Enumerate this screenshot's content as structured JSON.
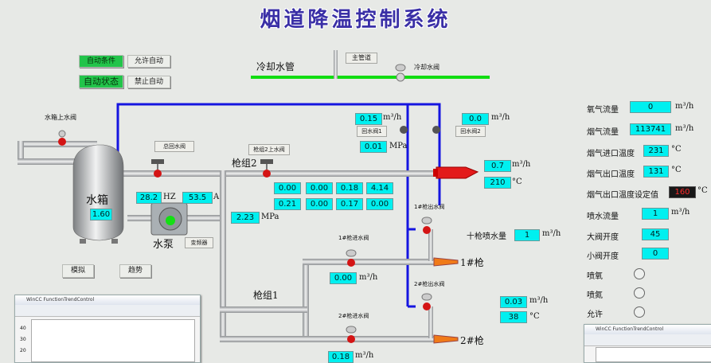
{
  "title": "烟道降温控制系统",
  "controls": {
    "auto_condition": "自动条件",
    "allow_auto": "允许自动",
    "auto_state": "自动状态",
    "disable_auto": "禁止自动",
    "simulate": "模拟",
    "trend": "趋势"
  },
  "pipes": {
    "cooling_pipe": "冷却水管",
    "main_pipe_tag": "主管道",
    "cooling_valve": "冷却水阀",
    "tank_inlet_valve": "水箱上水阀",
    "return_valve_top": "总回水阀",
    "gun_group2_inlet_valve": "枪组2上水阀",
    "gun_group2": "枪组2",
    "gun_group1": "枪组1",
    "return_valve1": "回水阀1",
    "return_valve2": "回水阀2",
    "gun1_outlet_valve": "1#枪出水阀",
    "gun2_outlet_valve": "2#枪出水阀",
    "gun1_inlet_valve": "1#枪进水阀",
    "gun2_inlet_valve": "2#枪进水阀",
    "gun1": "1#枪",
    "gun2": "2#枪",
    "water_tank": "水箱",
    "water_pump": "水泵",
    "inverter": "变频器",
    "ten_gun_water": "十枪喷水量"
  },
  "values": {
    "tank_level": "1.60",
    "hz": "28.2",
    "hz_unit": "HZ",
    "amps": "53.5",
    "amps_unit": "A",
    "pump_pressure": "2.23",
    "mpa": "MPa",
    "return1_flow": "0.15",
    "return2_flow": "0.0",
    "return_pressure": "0.01",
    "flow_unit": "m³/h",
    "out_flow": "0.7",
    "out_temp": "210",
    "deg": "°C",
    "grid_row1": [
      "0.00",
      "0.00",
      "0.18",
      "4.14"
    ],
    "grid_row2": [
      "0.21",
      "0.00",
      "0.17",
      "0.00"
    ],
    "ten_gun_flow": "1",
    "gun1_flow": "0.00",
    "gun2_flow": "0.18",
    "gun2_out_flow": "0.03",
    "gun2_out_temp": "38"
  },
  "panel": {
    "oxygen_flow_label": "氧气流量",
    "oxygen_flow": "0",
    "flue_flow_label": "烟气流量",
    "flue_flow": "113741",
    "inlet_temp_label": "烟气进口温度",
    "inlet_temp": "231",
    "outlet_temp_label": "烟气出口温度",
    "outlet_temp": "131",
    "outlet_set_label": "烟气出口温度设定值",
    "outlet_set": "160",
    "spray_flow_label": "喷水流量",
    "spray_flow": "1",
    "big_valve_label": "大阀开度",
    "big_valve": "45",
    "small_valve_label": "小阀开度",
    "small_valve": "0",
    "spray_oxygen": "喷氧",
    "spray_nitrogen": "喷氮",
    "permit": "允许"
  },
  "trend": {
    "title": "WinCC FunctionTrendControl",
    "y1": "40",
    "y2": "30",
    "y3": "20"
  },
  "colors": {
    "pipe_gray": "#b9bcbd",
    "pipe_blue": "#1515e0",
    "pipe_green": "#11dd11",
    "valve_red": "#d41414",
    "value_box": "#00f0f0"
  }
}
